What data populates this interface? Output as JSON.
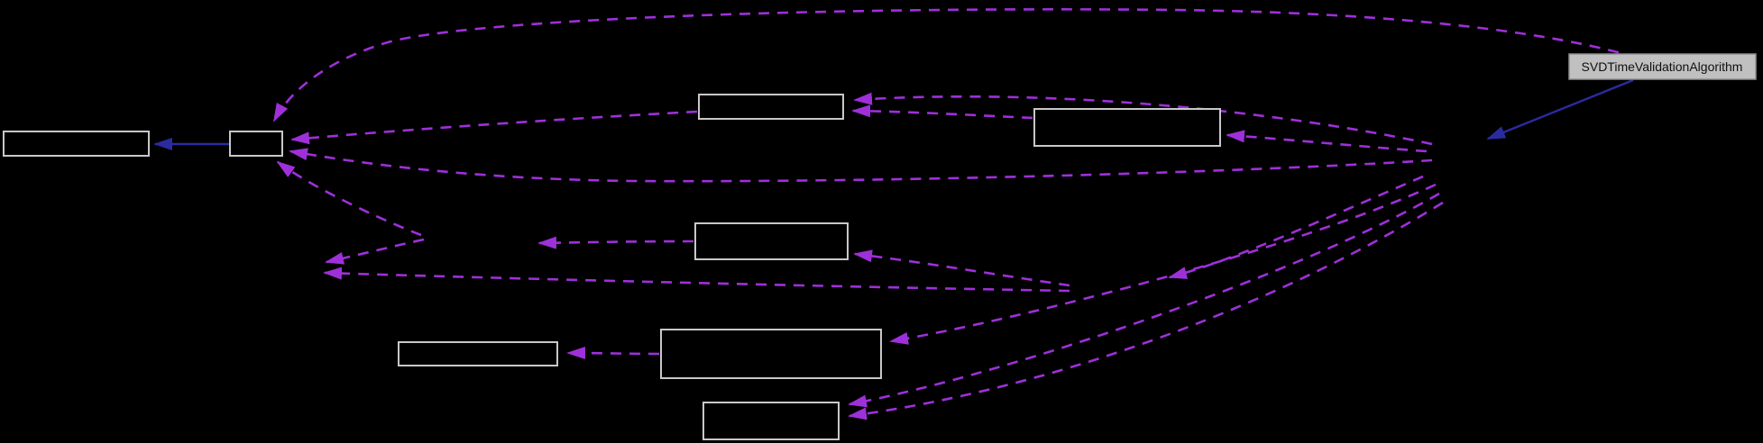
{
  "diagram": {
    "type": "collaboration-graph",
    "background_color": "#000000",
    "highlighted_node": {
      "label": "SVDTimeValidationAlgorithm",
      "fill": "#c0c0c0",
      "text_color": "#111111"
    },
    "colors": {
      "usage_edge": "#9e30d9",
      "inheritance_edge": "#2b2ba0",
      "node_border": "#c8c8c8",
      "node_fill": "#000000"
    },
    "nodes": [
      {
        "id": "node-1",
        "label": ""
      },
      {
        "id": "node-2",
        "label": ""
      },
      {
        "id": "node-3",
        "label": ""
      },
      {
        "id": "node-4",
        "label": ""
      },
      {
        "id": "node-5",
        "label": ""
      },
      {
        "id": "node-6",
        "label": ""
      },
      {
        "id": "node-7",
        "label": ""
      },
      {
        "id": "node-8",
        "label": ""
      }
    ],
    "edge_styles": {
      "usage": "dashed",
      "inheritance": "solid"
    }
  }
}
